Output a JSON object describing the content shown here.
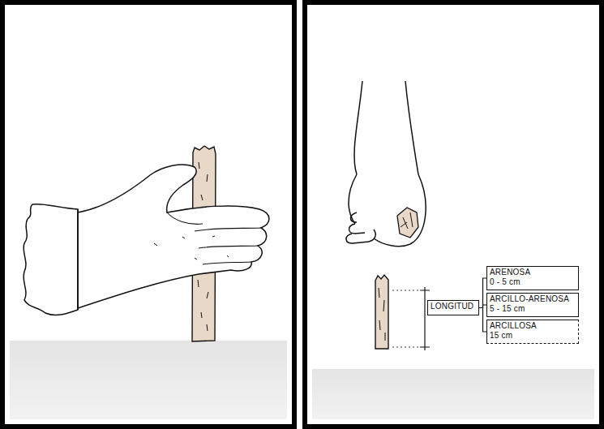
{
  "diagram": {
    "nodes": [
      {
        "text": [
          "LONGITUD"
        ]
      },
      {
        "text": [
          "ARENOSA",
          "0 - 5 cm"
        ]
      },
      {
        "text": [
          "ARCILLO-ARENOSA",
          "5 - 15 cm"
        ]
      },
      {
        "text": [
          "ARCILLOSA",
          "15 cm"
        ]
      }
    ],
    "edges": [
      {
        "from": 0,
        "to": 1,
        "arrow": "none"
      },
      {
        "from": 0,
        "to": 2,
        "arrow": "none"
      },
      {
        "from": 0,
        "to": 3,
        "arrow": "none"
      }
    ]
  }
}
